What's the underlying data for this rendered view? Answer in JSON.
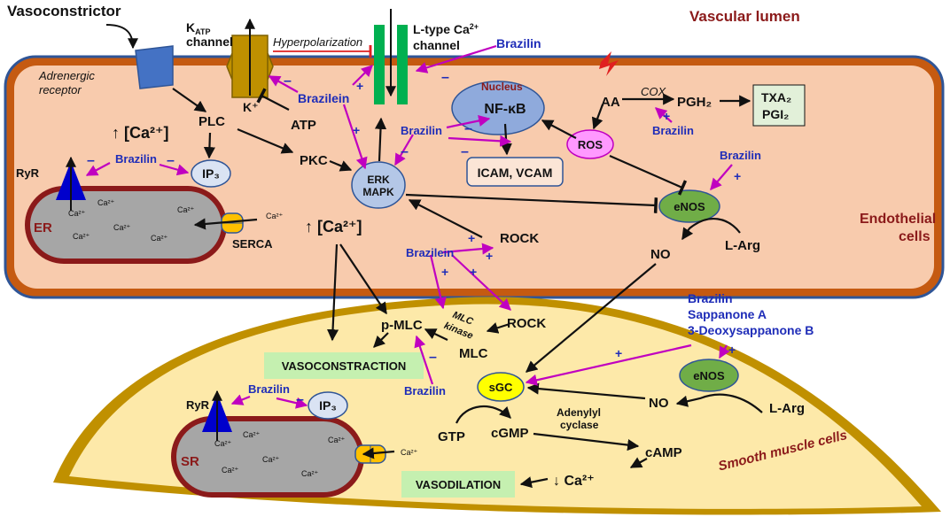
{
  "labels": {
    "vasoconstrictor": "Vasoconstrictor",
    "adrenergic_receptor_l1": "Adrenergic",
    "adrenergic_receptor_l2": "receptor",
    "katp_k": "K",
    "katp_sub": "ATP",
    "katp_channel": "channel",
    "hyperpolarization": "Hyperpolarization",
    "ltype_l1": "L-type Ca",
    "ltype_sup": "2+",
    "ltype_l2": "channel",
    "vascular_lumen": "Vascular lumen",
    "endothelial_l1": "Endothelial",
    "endothelial_l2": "cells",
    "smooth_muscle": "Smooth muscle cells",
    "nucleus": "Nucleus",
    "nfkb": "NF-κB",
    "aa": "AA",
    "cox": "COX",
    "pgh2": "PGH₂",
    "txa2": "TXA₂",
    "pgi2": "PGI₂",
    "ros": "ROS",
    "icam_vcam": "ICAM, VCAM",
    "plc": "PLC",
    "pkc": "PKC",
    "erk": "ERK",
    "mapk": "MAPK",
    "atp": "ATP",
    "kplus": "K⁺",
    "ca_up_1": "↑ [Ca²⁺]",
    "ca_up_2": "↑ [Ca²⁺]",
    "ip3": "IP₃",
    "ryr": "RyR",
    "er": "ER",
    "sr": "SR",
    "serca": "SERCA",
    "ca_small": "Ca²⁺",
    "enos": "eNOS",
    "no": "NO",
    "larg": "L-Arg",
    "rock": "ROCK",
    "pmlc": "p-MLC",
    "mlc": "MLC",
    "mlc_kinase_l1": "MLC",
    "mlc_kinase_l2": "kinase",
    "vasoconstraction": "VASOCONSTRACTION",
    "vasodilation": "VASODILATION",
    "sgc": "sGC",
    "gtp": "GTP",
    "cgmp": "cGMP",
    "camp": "cAMP",
    "adenylyl_l1": "Adenylyl",
    "adenylyl_l2": "cyclase",
    "ca_down": "↓ Ca²⁺"
  },
  "compounds": {
    "brazilin": "Brazilin",
    "brazilein": "Brazilein",
    "sappanone_a": "Sappanone A",
    "deoxysappanone_b": "3-Deoxysappanone B"
  },
  "signs": {
    "plus": "+",
    "minus": "–"
  },
  "colors": {
    "endothelium_fill": "#f8cbad",
    "endothelium_border": "#c55a11",
    "endothelium_edge": "#2f5597",
    "smooth_muscle_fill": "#fde9a9",
    "smooth_muscle_border": "#c09000",
    "er_fill": "#a6a6a6",
    "er_border": "#8b1a1a",
    "compound_text": "#1f2db8",
    "modulation_arrow": "#c000c0",
    "enos_fill": "#70ad47",
    "sgc_fill": "#ffff00",
    "ros_fill": "#ff99ff",
    "node_fill": "#b4c7e7",
    "ltype_fill": "#00b050",
    "katp_fill": "#bf9000",
    "outcome_fill": "#c5f0b0"
  }
}
